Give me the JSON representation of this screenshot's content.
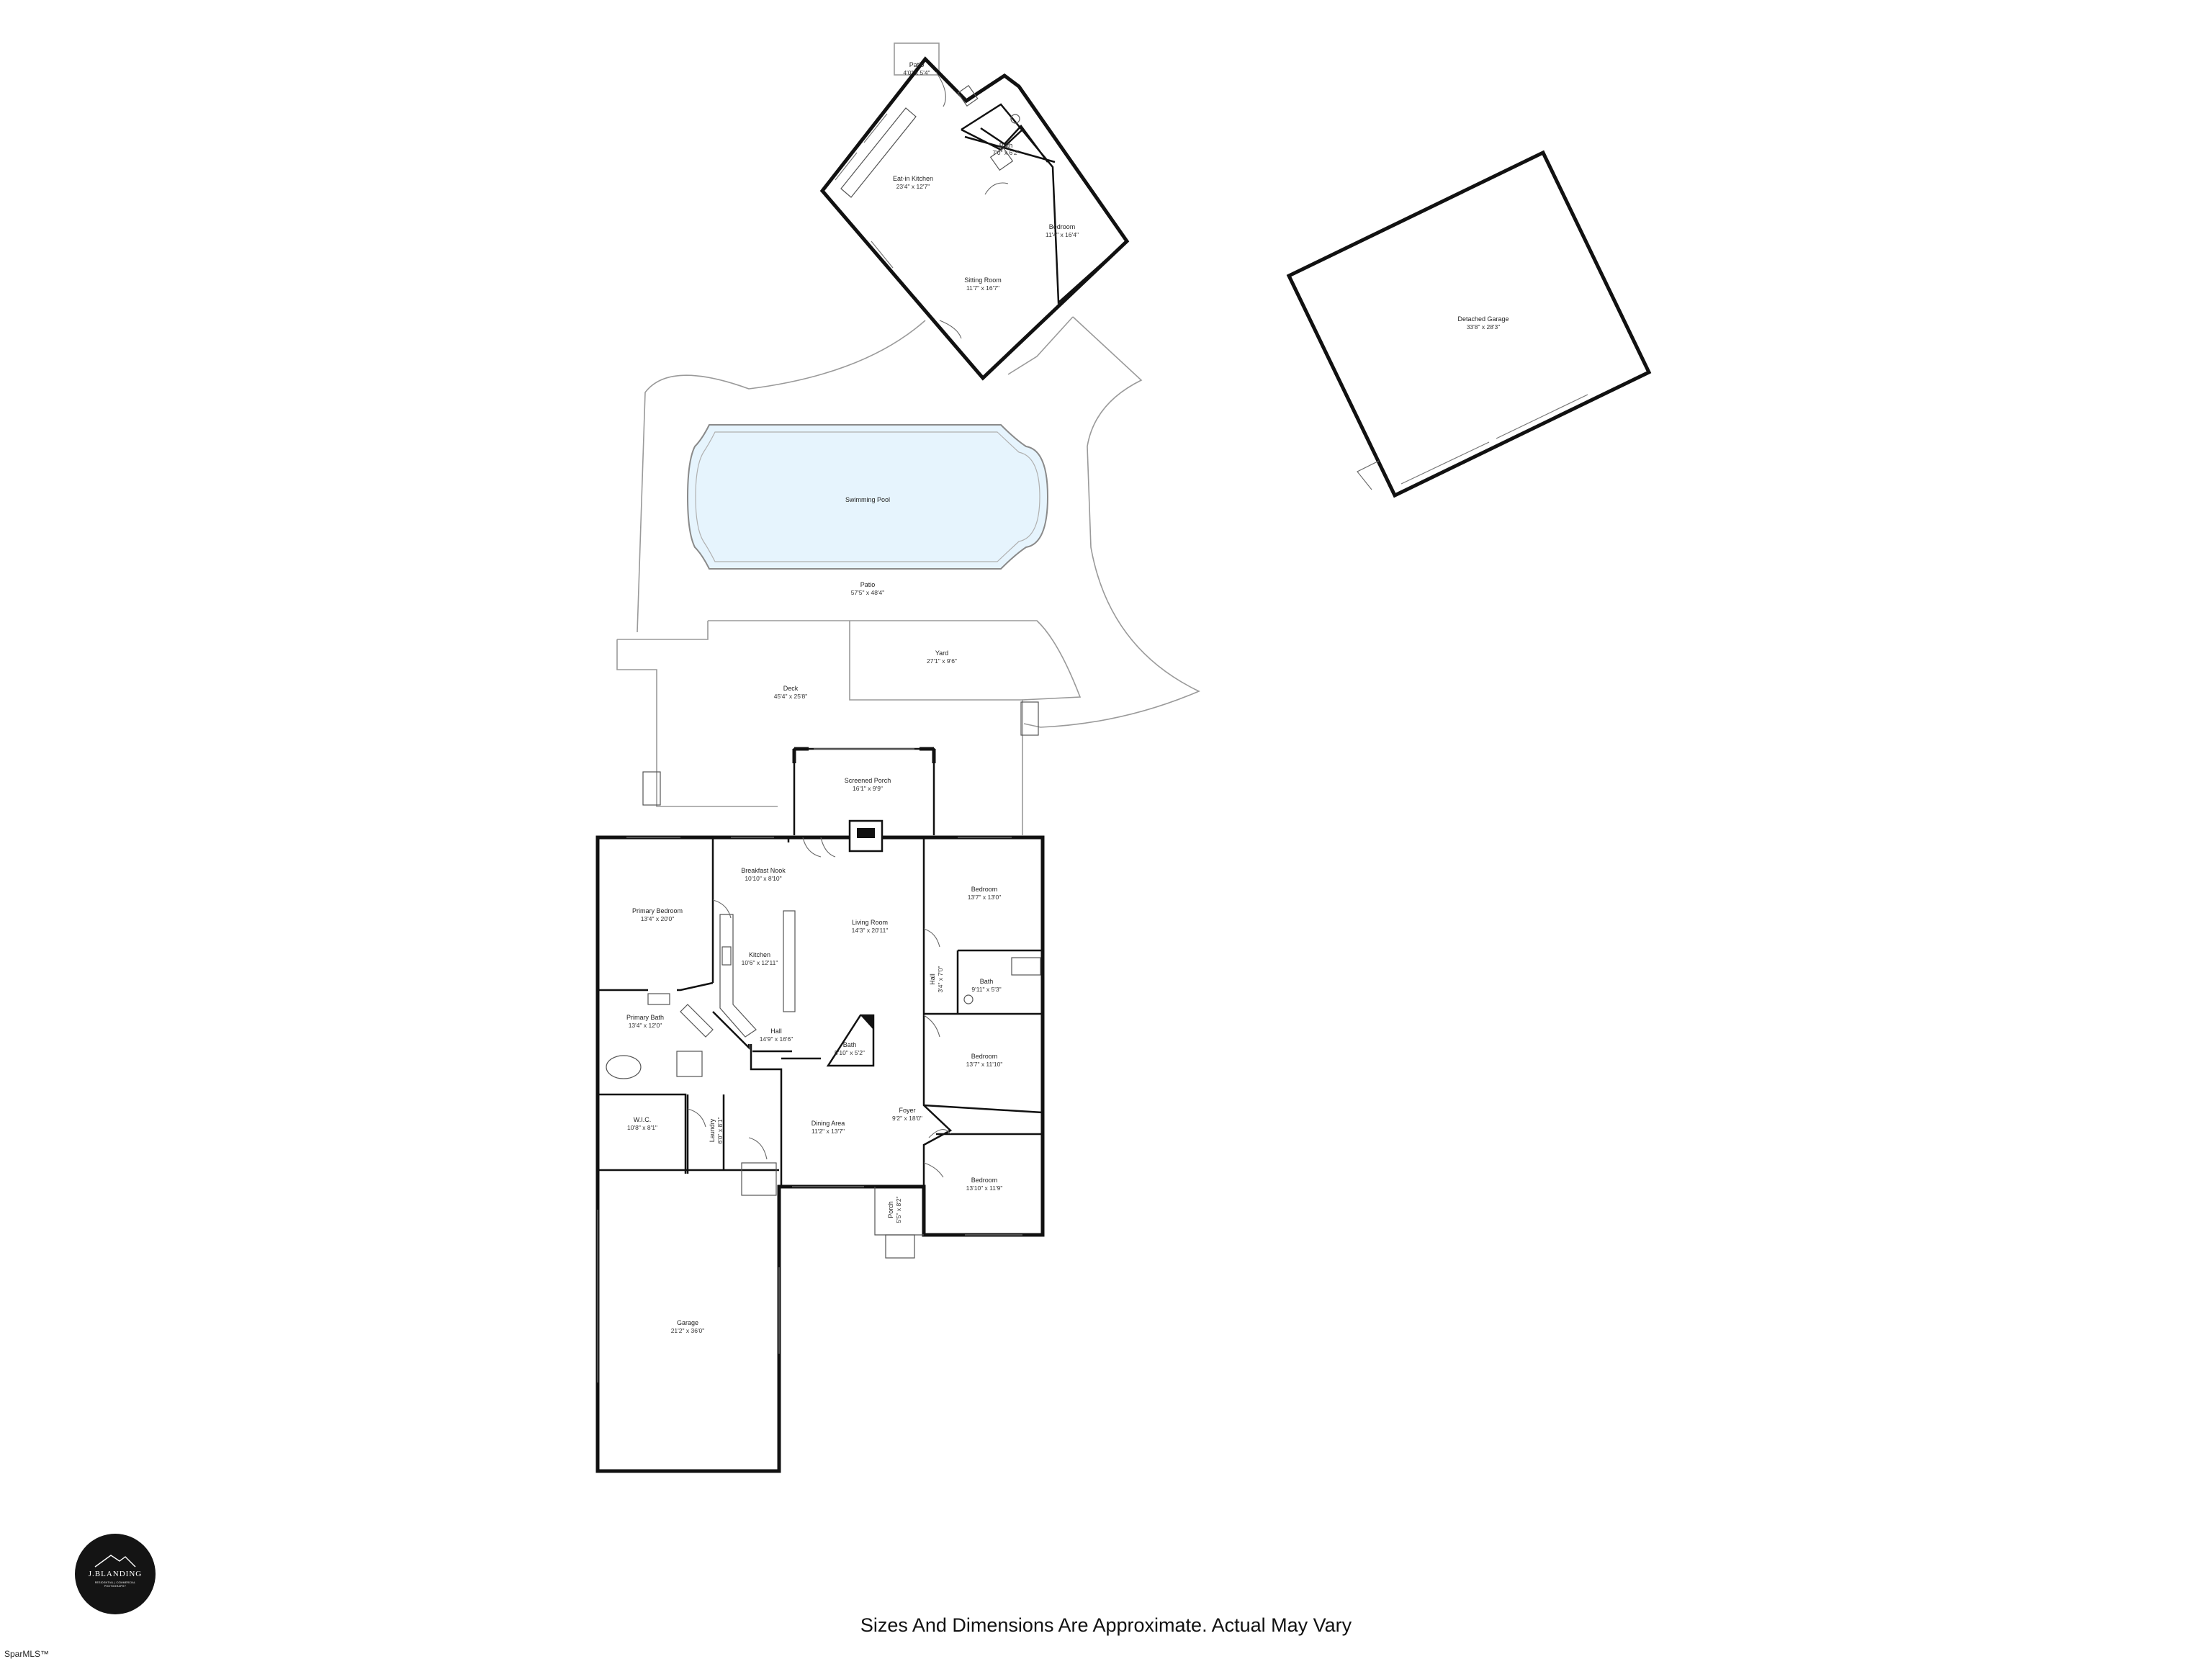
{
  "rooms": {
    "patio_small": {
      "name": "Patio",
      "dim": "4'0\" x 5'4\""
    },
    "gh_bath": {
      "name": "Bath",
      "dim": "7'0\" x 6'2\""
    },
    "gh_kitchen": {
      "name": "Eat-in Kitchen",
      "dim": "23'4\" x 12'7\""
    },
    "gh_bedroom": {
      "name": "Bedroom",
      "dim": "11'4\" x 16'4\""
    },
    "gh_sitting": {
      "name": "Sitting Room",
      "dim": "11'7\" x 16'7\""
    },
    "detached_garage": {
      "name": "Detached Garage",
      "dim": "33'8\" x 28'3\""
    },
    "pool": {
      "name": "Swimming Pool",
      "dim": ""
    },
    "patio_large": {
      "name": "Patio",
      "dim": "57'5\" x 48'4\""
    },
    "yard": {
      "name": "Yard",
      "dim": "27'1\" x 9'6\""
    },
    "deck": {
      "name": "Deck",
      "dim": "45'4\" x 25'8\""
    },
    "screened_porch": {
      "name": "Screened Porch",
      "dim": "16'1\" x 9'9\""
    },
    "breakfast_nook": {
      "name": "Breakfast Nook",
      "dim": "10'10\" x 8'10\""
    },
    "primary_bedroom": {
      "name": "Primary Bedroom",
      "dim": "13'4\" x 20'0\""
    },
    "living_room": {
      "name": "Living Room",
      "dim": "14'3\" x 20'11\""
    },
    "bedroom_1": {
      "name": "Bedroom",
      "dim": "13'7\" x 13'0\""
    },
    "kitchen": {
      "name": "Kitchen",
      "dim": "10'6\" x 12'11\""
    },
    "hall_small": {
      "name": "Hall",
      "dim": "3'4\" x 7'0\""
    },
    "bath_1": {
      "name": "Bath",
      "dim": "9'11\" x 5'3\""
    },
    "primary_bath": {
      "name": "Primary Bath",
      "dim": "13'4\" x 12'0\""
    },
    "hall": {
      "name": "Hall",
      "dim": "14'9\" x 16'6\""
    },
    "bath_half": {
      "name": "Bath",
      "dim": "5'10\" x 5'2\""
    },
    "bedroom_2": {
      "name": "Bedroom",
      "dim": "13'7\" x 11'10\""
    },
    "wic": {
      "name": "W.I.C.",
      "dim": "10'8\" x 8'1\""
    },
    "laundry": {
      "name": "Laundry",
      "dim": "6'0\" x 8'1\""
    },
    "dining": {
      "name": "Dining Area",
      "dim": "11'2\" x 13'7\""
    },
    "foyer": {
      "name": "Foyer",
      "dim": "9'2\" x 18'0\""
    },
    "bedroom_3": {
      "name": "Bedroom",
      "dim": "13'10\" x 11'9\""
    },
    "porch": {
      "name": "Porch",
      "dim": "5'5\" x 8'2\""
    },
    "garage": {
      "name": "Garage",
      "dim": "21'2\" x 36'0\""
    }
  },
  "footer": {
    "note": "Sizes And Dimensions Are Approximate. Actual May Vary"
  },
  "badge": {
    "name": "J.BLANDING",
    "subtitle": "RESIDENTIAL | COMMERCIAL PHOTOGRAPHY"
  },
  "watermark": {
    "text": "SparMLS™"
  },
  "colors": {
    "wall": "#111111",
    "outline": "#9a9a9a",
    "pool_fill": "#e6f4fd",
    "badge_bg": "#141414"
  }
}
